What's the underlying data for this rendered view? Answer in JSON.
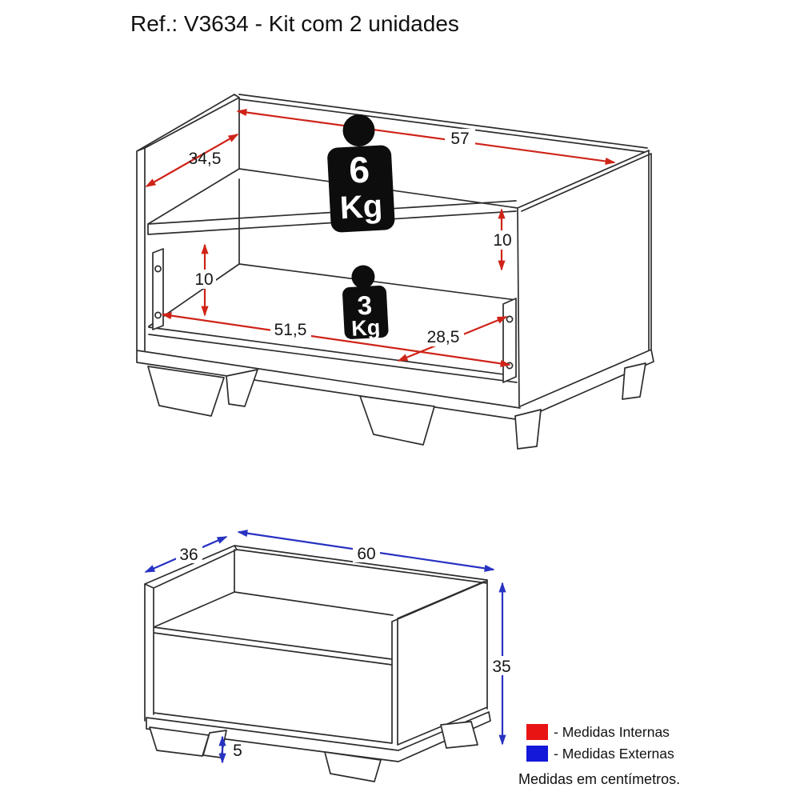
{
  "title": "Ref.: V3634 - Kit com 2 unidades",
  "internal_dimensions": {
    "top_depth": "34,5",
    "top_width": "57",
    "shelf_opening_height": "10",
    "drawer_opening_height": "10",
    "drawer_opening_width": "51,5",
    "drawer_opening_depth": "28,5"
  },
  "max_weights": {
    "shelf": {
      "value": "6",
      "unit": "Kg"
    },
    "drawer": {
      "value": "3",
      "unit": "Kg"
    }
  },
  "external_dimensions": {
    "depth": "36",
    "width": "60",
    "height": "35",
    "feet_height": "5"
  },
  "legend": {
    "internal": "- Medidas Internas",
    "external": "- Medidas Externas",
    "note": "Medidas em centímetros."
  },
  "colors": {
    "internal_accent": "#e81414",
    "external_accent": "#1418d9",
    "internal_arrow": "#cf2318",
    "external_arrow": "#2832c2",
    "line": "#2d2d2d",
    "text": "#161616"
  }
}
